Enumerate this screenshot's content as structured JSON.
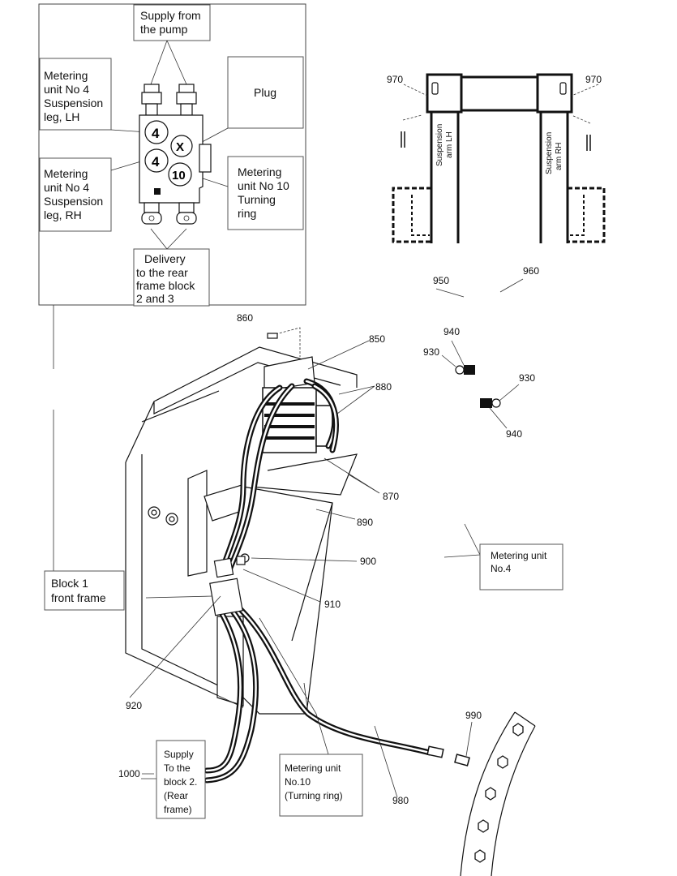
{
  "callouts": {
    "supply_from_pump": [
      "Supply from",
      "the pump"
    ],
    "plug": [
      "Plug"
    ],
    "metering_4_lh": [
      "Metering",
      "unit No 4",
      "Suspension",
      "leg, LH"
    ],
    "metering_4_rh": [
      "Metering",
      "unit No 4",
      "Suspension",
      "leg, RH"
    ],
    "metering_10": [
      "Metering",
      "unit No 10",
      "Turning",
      "ring"
    ],
    "delivery": [
      "Delivery",
      "to the rear",
      "frame block",
      " 2 and 3"
    ],
    "block1": [
      "Block 1",
      "front frame"
    ],
    "metering_unit_no4": [
      "Metering unit",
      "No.4"
    ],
    "supply_block2": [
      "Supply",
      "To the",
      "block 2.",
      "(Rear",
      "frame)"
    ],
    "metering_no10": [
      "Metering unit",
      "No.10",
      "(Turning ring)"
    ]
  },
  "port_marks": {
    "port_4_top": "4",
    "port_x": "X",
    "port_4_bottom": "4",
    "port_10": "10"
  },
  "arm_labels": {
    "left": [
      "Suspension",
      "arm LH"
    ],
    "right": [
      "Suspension",
      "arm RH"
    ]
  },
  "part_numbers": {
    "p970_left": "970",
    "p970_right": "970",
    "p950": "950",
    "p960": "960",
    "p940_top": "940",
    "p930_top": "930",
    "p930_right": "930",
    "p940_bottom": "940",
    "p860": "860",
    "p850": "850",
    "p880": "880",
    "p870": "870",
    "p890": "890",
    "p900": "900",
    "p910": "910",
    "p920": "920",
    "p990": "990",
    "p980": "980",
    "p1000": "1000"
  }
}
